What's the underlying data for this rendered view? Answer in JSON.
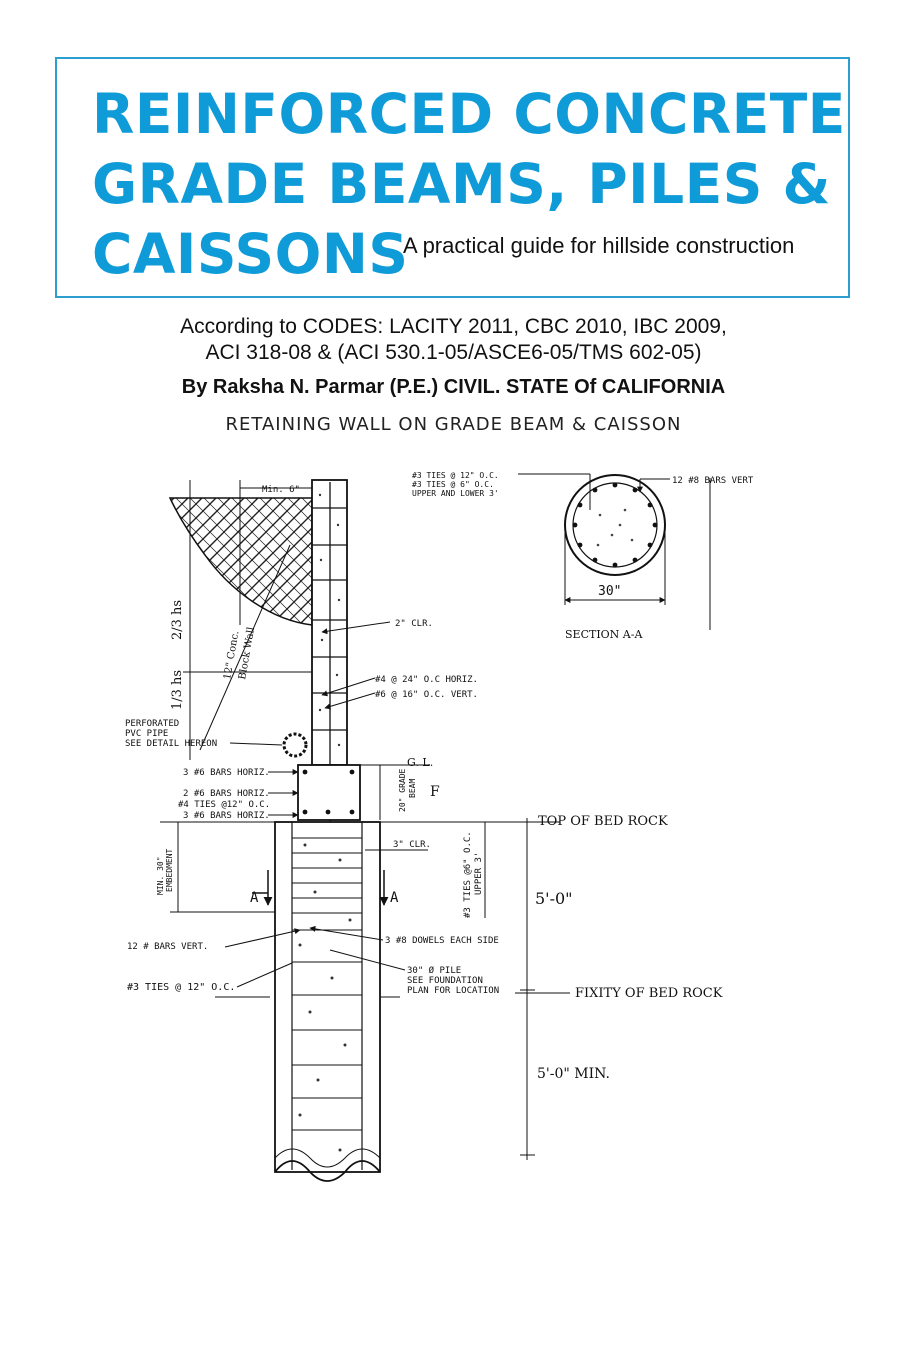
{
  "cover": {
    "title_lines": [
      "REINFORCED CONCRETE",
      "GRADE BEAMS, PILES &",
      "CAISSONS"
    ],
    "subtitle": "A practical guide for hillside construction",
    "codes_line1": "According to CODES: LACITY 2011, CBC 2010, IBC 2009,",
    "codes_line2": "ACI 318-08 & (ACI 530.1-05/ASCE6-05/TMS 602-05)",
    "author": "By Raksha N. Parmar (P.E.) CIVIL. STATE Of CALIFORNIA",
    "figure_title": "RETAINING WALL ON GRADE BEAM & CAISSON",
    "title_color": "#0f9bd8",
    "border_color": "#2a9fd0"
  },
  "drawing": {
    "min6": "Min. 6\"",
    "two_thirds_hs": "2/3 hs",
    "one_third_hs": "1/3 hs",
    "block_wall_1": "12\" Conc.",
    "block_wall_2": "Block Wall",
    "clr2": "2\" CLR.",
    "bar4": "#4   @ 24\" O.C HORIZ.",
    "bar6": "#6   @ 16\" O.C. VERT.",
    "perf1": "PERFORATED",
    "perf2": "PVC PIPE",
    "perf3": "SEE DETAIL HEREON",
    "gl": "G. L.",
    "grade_beam_1": "20\" GRADE",
    "grade_beam_2": "BEAM",
    "f_label": "F",
    "beam_bar1": "3 #6 BARS HORIZ.",
    "beam_bar2": "2 #6 BARS HORIZ.",
    "beam_bar3": "#4 TIES @12\" O.C.",
    "beam_bar4": "3 #6 BARS HORIZ.",
    "top_bed_rock": "TOP OF BED ROCK",
    "clr3": "3\" CLR.",
    "embed1": "MIN. 30\"",
    "embed2": "EMBEDMENT",
    "a_left": "A",
    "a_right": "A",
    "ties_upper_1": "#3 TIES @6\" O.C.",
    "ties_upper_2": "UPPER 3'",
    "dim_5_0": "5'-0\"",
    "bars_vert": "12 #   BARS VERT.",
    "dowels": "3 #8 DOWELS EACH SIDE",
    "pile1": "30\" Ø PILE",
    "pile2": "SEE FOUNDATION",
    "pile3": "PLAN FOR LOCATION",
    "ties12": "#3 TIES @ 12\" O.C.",
    "fixity": "FIXITY OF BED ROCK",
    "dim_5_0_min": "5'-0\" MIN.",
    "sec_ties1": "#3 TIES @ 12\" O.C.",
    "sec_ties2": "#3 TIES @ 6\" O.C.",
    "sec_ties3": "UPPER AND LOWER 3'",
    "sec_bars": "12 #8 BARS VERT",
    "sec_dim": "30\"",
    "section_label": "SECTION A-A"
  }
}
